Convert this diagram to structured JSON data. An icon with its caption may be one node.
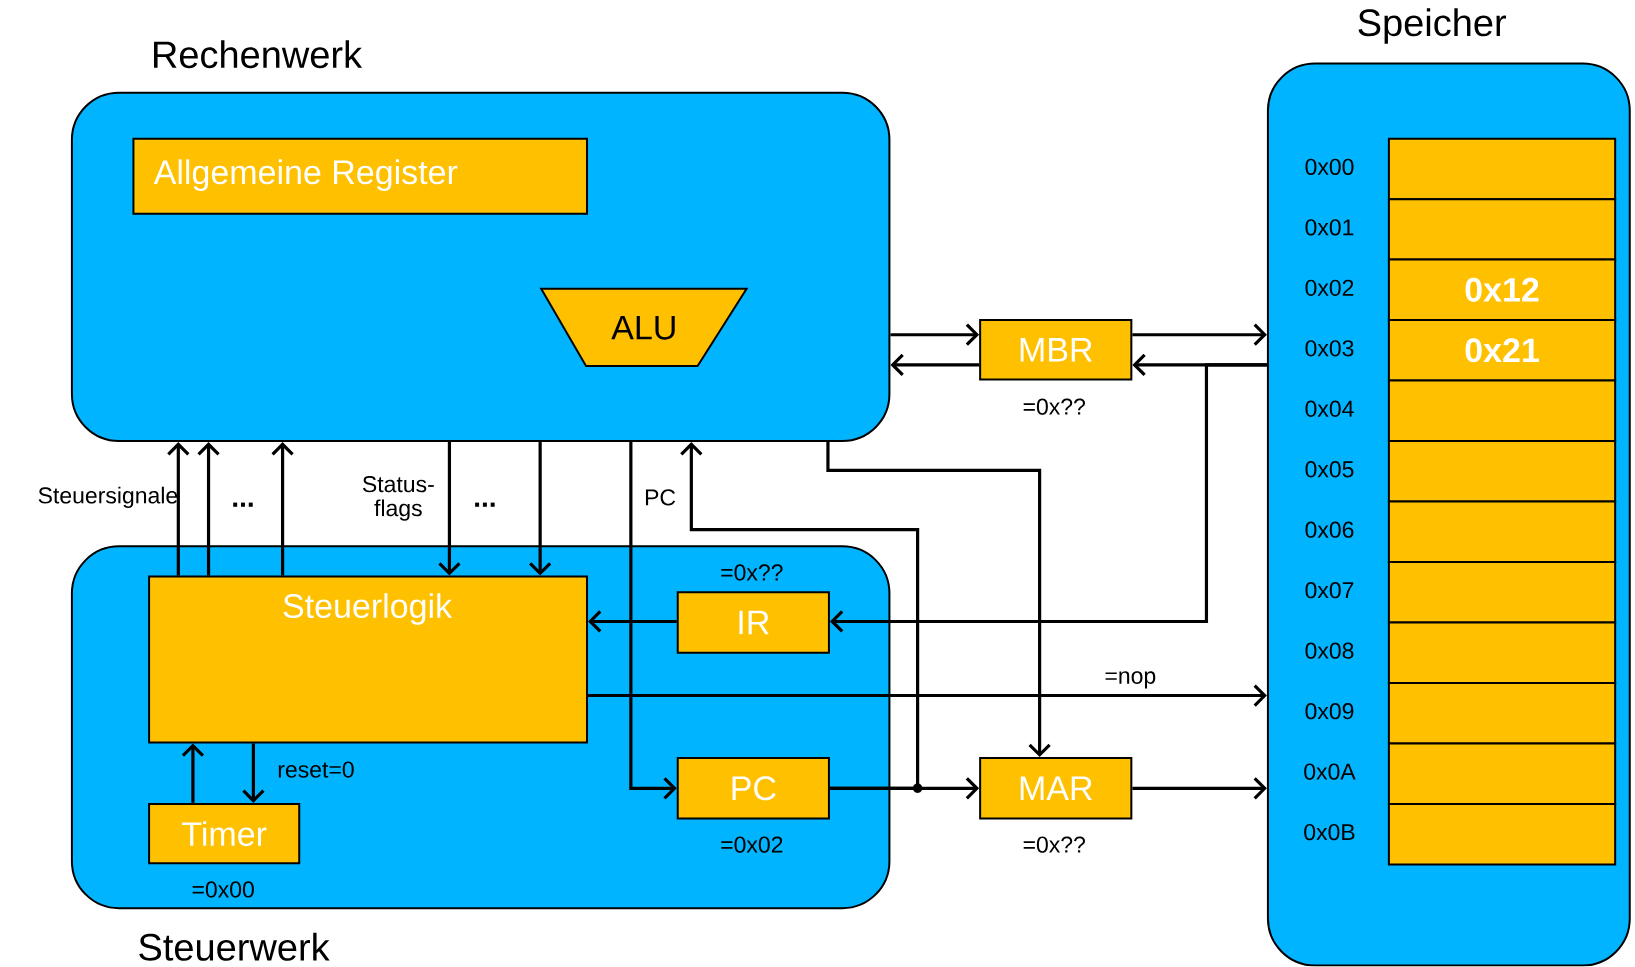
{
  "diagram": {
    "nodes": [
      {
        "text": [
          "Rechenwerk"
        ]
      },
      {
        "text": [
          "Allgemeine Register"
        ],
        "in": 0
      },
      {
        "text": [
          "ALU"
        ],
        "in": 0
      },
      {
        "text": [
          "Steuerwerk"
        ]
      },
      {
        "text": [
          "Steuerlogik"
        ],
        "in": 3
      },
      {
        "text": [
          "IR"
        ],
        "in": 3,
        "beside": [
          "=0x??"
        ]
      },
      {
        "text": [
          "PC"
        ],
        "in": 3,
        "beside": [
          "=0x02"
        ]
      },
      {
        "text": [
          "Timer"
        ],
        "in": 3,
        "beside": [
          "=0x00"
        ]
      },
      {
        "text": [
          "MBR"
        ],
        "beside": [
          "=0x??"
        ]
      },
      {
        "text": [
          "MAR"
        ],
        "beside": [
          "=0x??"
        ]
      },
      {
        "text": [
          "Speicher"
        ]
      },
      {
        "text": [],
        "shape": "box",
        "in": 10,
        "beside": [
          "0x00"
        ]
      },
      {
        "text": [],
        "shape": "box",
        "in": 10,
        "beside": [
          "0x01"
        ]
      },
      {
        "text": [
          "0x12"
        ],
        "in": 10,
        "beside": [
          "0x02"
        ]
      },
      {
        "text": [
          "0x21"
        ],
        "in": 10,
        "beside": [
          "0x03"
        ]
      },
      {
        "text": [],
        "shape": "box",
        "in": 10,
        "beside": [
          "0x04"
        ]
      },
      {
        "text": [],
        "shape": "box",
        "in": 10,
        "beside": [
          "0x05"
        ]
      },
      {
        "text": [],
        "shape": "box",
        "in": 10,
        "beside": [
          "0x06"
        ]
      },
      {
        "text": [],
        "shape": "box",
        "in": 10,
        "beside": [
          "0x07"
        ]
      },
      {
        "text": [],
        "shape": "box",
        "in": 10,
        "beside": [
          "0x08"
        ]
      },
      {
        "text": [],
        "shape": "box",
        "in": 10,
        "beside": [
          "0x09"
        ]
      },
      {
        "text": [],
        "shape": "box",
        "in": 10,
        "beside": [
          "0x0A"
        ]
      },
      {
        "text": [],
        "shape": "box",
        "in": 10,
        "beside": [
          "0x0B"
        ]
      }
    ],
    "edges": [
      {
        "from": 0,
        "to": 8,
        "arrow": "to"
      },
      {
        "from": 8,
        "to": 0,
        "arrow": "to"
      },
      {
        "from": 8,
        "to": 10,
        "arrow": "to"
      },
      {
        "from": 10,
        "to": 8,
        "arrow": "to"
      },
      {
        "from": 10,
        "to": 5,
        "arrow": "to"
      },
      {
        "from": 4,
        "to": 0,
        "arrow": "to",
        "label": "Steuersignale"
      },
      {
        "from": 4,
        "to": 0,
        "arrow": "to"
      },
      {
        "from": 4,
        "to": 0,
        "arrow": "to"
      },
      {
        "from": 0,
        "to": 4,
        "arrow": "to",
        "label": "Status- flags"
      },
      {
        "from": 0,
        "to": 4,
        "arrow": "to"
      },
      {
        "from": 0,
        "to": 6,
        "arrow": "to",
        "label": "PC"
      },
      {
        "from": 6,
        "to": 0,
        "arrow": "to"
      },
      {
        "from": 0,
        "to": 9,
        "arrow": "to"
      },
      {
        "from": 4,
        "to": 10,
        "arrow": "to",
        "label": "=nop"
      },
      {
        "from": 5,
        "to": 4,
        "arrow": "to"
      },
      {
        "from": 6,
        "to": 9,
        "arrow": "to"
      },
      {
        "from": 9,
        "to": 10,
        "arrow": "to"
      },
      {
        "from": 7,
        "to": 4,
        "arrow": "to"
      },
      {
        "from": 4,
        "to": 7,
        "arrow": "to",
        "label": "reset=0"
      }
    ],
    "labels": [
      "...",
      "..."
    ]
  }
}
